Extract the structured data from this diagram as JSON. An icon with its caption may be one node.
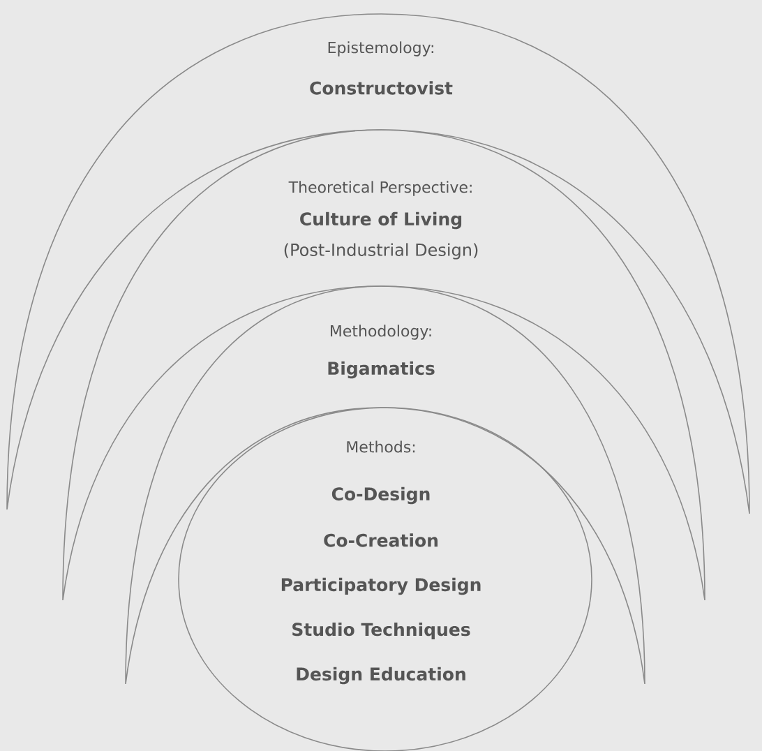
{
  "diagram": {
    "nodes": [
      {
        "text": [
          "Epistemology:",
          "Constructovist"
        ]
      },
      {
        "text": [
          "Theoretical Perspective:",
          "Culture of Living",
          "(Post-Industrial Design)"
        ]
      },
      {
        "text": [
          "Methodology:",
          "Bigamatics"
        ]
      },
      {
        "text": [
          "Methods:",
          "Co-Design",
          "Co-Creation",
          "Participatory Design",
          "Studio Techniques",
          "Design Education"
        ]
      }
    ]
  }
}
